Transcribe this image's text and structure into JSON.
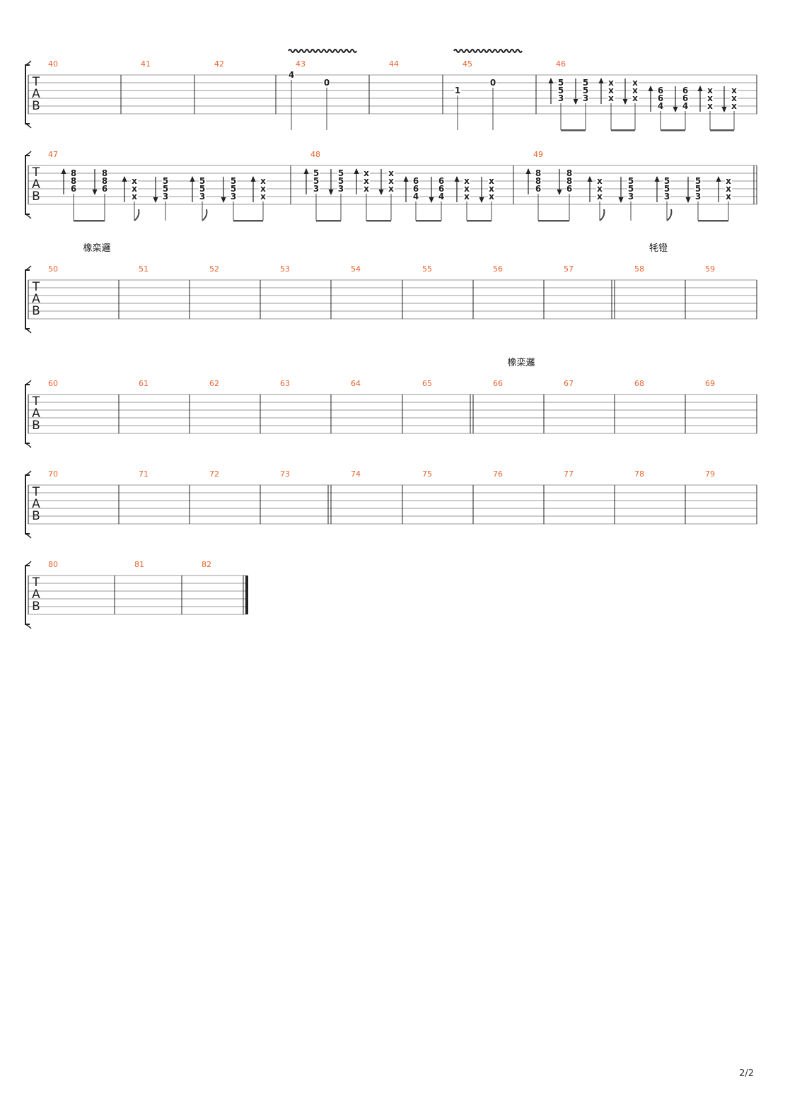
{
  "page": {
    "number": "2/2"
  },
  "tab_clef": [
    "T",
    "A",
    "B"
  ],
  "systems": [
    {
      "id": "sys1",
      "measures": [
        {
          "number": "40",
          "events": []
        },
        {
          "number": "41",
          "events": []
        },
        {
          "number": "42",
          "events": []
        },
        {
          "number": "43",
          "vibrato": true,
          "events": [
            {
              "notes": [
                {
                  "string": 1,
                  "fret": "4"
                }
              ]
            },
            {
              "notes": [
                {
                  "string": 2,
                  "fret": "0"
                }
              ]
            }
          ]
        },
        {
          "number": "44",
          "events": []
        },
        {
          "number": "45",
          "vibrato": true,
          "events": [
            {
              "notes": [
                {
                  "string": 3,
                  "fret": "1"
                }
              ]
            },
            {
              "notes": [
                {
                  "string": 2,
                  "fret": "0"
                }
              ]
            }
          ]
        },
        {
          "number": "46",
          "events": [
            {
              "stroke": "up",
              "notes": [
                {
                  "string": 2,
                  "fret": "5"
                },
                {
                  "string": 3,
                  "fret": "5"
                },
                {
                  "string": 4,
                  "fret": "3"
                }
              ]
            },
            {
              "stroke": "down",
              "notes": [
                {
                  "string": 2,
                  "fret": "5"
                },
                {
                  "string": 3,
                  "fret": "5"
                },
                {
                  "string": 4,
                  "fret": "3"
                }
              ]
            },
            {
              "stroke": "up",
              "notes": [
                {
                  "string": 2,
                  "fret": "x"
                },
                {
                  "string": 3,
                  "fret": "x"
                },
                {
                  "string": 4,
                  "fret": "x"
                }
              ]
            },
            {
              "stroke": "down",
              "notes": [
                {
                  "string": 2,
                  "fret": "x"
                },
                {
                  "string": 3,
                  "fret": "x"
                },
                {
                  "string": 4,
                  "fret": "x"
                }
              ]
            },
            {
              "stroke": "up",
              "notes": [
                {
                  "string": 3,
                  "fret": "6"
                },
                {
                  "string": 4,
                  "fret": "6"
                },
                {
                  "string": 5,
                  "fret": "4"
                }
              ]
            },
            {
              "stroke": "down",
              "notes": [
                {
                  "string": 3,
                  "fret": "6"
                },
                {
                  "string": 4,
                  "fret": "6"
                },
                {
                  "string": 5,
                  "fret": "4"
                }
              ]
            },
            {
              "stroke": "up",
              "notes": [
                {
                  "string": 3,
                  "fret": "x"
                },
                {
                  "string": 4,
                  "fret": "x"
                },
                {
                  "string": 5,
                  "fret": "x"
                }
              ]
            },
            {
              "stroke": "down",
              "notes": [
                {
                  "string": 3,
                  "fret": "x"
                },
                {
                  "string": 4,
                  "fret": "x"
                },
                {
                  "string": 5,
                  "fret": "x"
                }
              ]
            }
          ]
        }
      ]
    },
    {
      "id": "sys2",
      "measures": [
        {
          "number": "47",
          "events": [
            {
              "stroke": "up",
              "notes": [
                {
                  "string": 2,
                  "fret": "8"
                },
                {
                  "string": 3,
                  "fret": "8"
                },
                {
                  "string": 4,
                  "fret": "6"
                }
              ]
            },
            {
              "stroke": "down",
              "notes": [
                {
                  "string": 2,
                  "fret": "8"
                },
                {
                  "string": 3,
                  "fret": "8"
                },
                {
                  "string": 4,
                  "fret": "6"
                }
              ]
            },
            {
              "stroke": "up",
              "notes": [
                {
                  "string": 3,
                  "fret": "x"
                },
                {
                  "string": 4,
                  "fret": "x"
                },
                {
                  "string": 5,
                  "fret": "x"
                }
              ]
            },
            {
              "stroke": "down",
              "notes": [
                {
                  "string": 3,
                  "fret": "5"
                },
                {
                  "string": 4,
                  "fret": "5"
                },
                {
                  "string": 5,
                  "fret": "3"
                }
              ]
            },
            {
              "stroke": "up",
              "notes": [
                {
                  "string": 3,
                  "fret": "5"
                },
                {
                  "string": 4,
                  "fret": "5"
                },
                {
                  "string": 5,
                  "fret": "3"
                }
              ]
            },
            {
              "stroke": "down",
              "notes": [
                {
                  "string": 3,
                  "fret": "5"
                },
                {
                  "string": 4,
                  "fret": "5"
                },
                {
                  "string": 5,
                  "fret": "3"
                }
              ]
            },
            {
              "stroke": "up",
              "notes": [
                {
                  "string": 3,
                  "fret": "x"
                },
                {
                  "string": 4,
                  "fret": "x"
                },
                {
                  "string": 5,
                  "fret": "x"
                }
              ]
            }
          ]
        },
        {
          "number": "48",
          "events": [
            {
              "stroke": "up",
              "notes": [
                {
                  "string": 2,
                  "fret": "5"
                },
                {
                  "string": 3,
                  "fret": "5"
                },
                {
                  "string": 4,
                  "fret": "3"
                }
              ]
            },
            {
              "stroke": "down",
              "notes": [
                {
                  "string": 2,
                  "fret": "5"
                },
                {
                  "string": 3,
                  "fret": "5"
                },
                {
                  "string": 4,
                  "fret": "3"
                }
              ]
            },
            {
              "stroke": "up",
              "notes": [
                {
                  "string": 2,
                  "fret": "x"
                },
                {
                  "string": 3,
                  "fret": "x"
                },
                {
                  "string": 4,
                  "fret": "x"
                }
              ]
            },
            {
              "stroke": "down",
              "notes": [
                {
                  "string": 2,
                  "fret": "x"
                },
                {
                  "string": 3,
                  "fret": "x"
                },
                {
                  "string": 4,
                  "fret": "x"
                }
              ]
            },
            {
              "stroke": "up",
              "notes": [
                {
                  "string": 3,
                  "fret": "6"
                },
                {
                  "string": 4,
                  "fret": "6"
                },
                {
                  "string": 5,
                  "fret": "4"
                }
              ]
            },
            {
              "stroke": "down",
              "notes": [
                {
                  "string": 3,
                  "fret": "6"
                },
                {
                  "string": 4,
                  "fret": "6"
                },
                {
                  "string": 5,
                  "fret": "4"
                }
              ]
            },
            {
              "stroke": "up",
              "notes": [
                {
                  "string": 3,
                  "fret": "x"
                },
                {
                  "string": 4,
                  "fret": "x"
                },
                {
                  "string": 5,
                  "fret": "x"
                }
              ]
            },
            {
              "stroke": "down",
              "notes": [
                {
                  "string": 3,
                  "fret": "x"
                },
                {
                  "string": 4,
                  "fret": "x"
                },
                {
                  "string": 5,
                  "fret": "x"
                }
              ]
            }
          ]
        },
        {
          "number": "49",
          "events": [
            {
              "stroke": "up",
              "notes": [
                {
                  "string": 2,
                  "fret": "8"
                },
                {
                  "string": 3,
                  "fret": "8"
                },
                {
                  "string": 4,
                  "fret": "6"
                }
              ]
            },
            {
              "stroke": "down",
              "notes": [
                {
                  "string": 2,
                  "fret": "8"
                },
                {
                  "string": 3,
                  "fret": "8"
                },
                {
                  "string": 4,
                  "fret": "6"
                }
              ]
            },
            {
              "stroke": "up",
              "notes": [
                {
                  "string": 3,
                  "fret": "x"
                },
                {
                  "string": 4,
                  "fret": "x"
                },
                {
                  "string": 5,
                  "fret": "x"
                }
              ]
            },
            {
              "stroke": "down",
              "notes": [
                {
                  "string": 3,
                  "fret": "5"
                },
                {
                  "string": 4,
                  "fret": "5"
                },
                {
                  "string": 5,
                  "fret": "3"
                }
              ]
            },
            {
              "stroke": "up",
              "notes": [
                {
                  "string": 3,
                  "fret": "5"
                },
                {
                  "string": 4,
                  "fret": "5"
                },
                {
                  "string": 5,
                  "fret": "3"
                }
              ]
            },
            {
              "stroke": "down",
              "notes": [
                {
                  "string": 3,
                  "fret": "5"
                },
                {
                  "string": 4,
                  "fret": "5"
                },
                {
                  "string": 5,
                  "fret": "3"
                }
              ]
            },
            {
              "stroke": "up",
              "notes": [
                {
                  "string": 3,
                  "fret": "x"
                },
                {
                  "string": 4,
                  "fret": "x"
                },
                {
                  "string": 5,
                  "fret": "x"
                }
              ]
            }
          ]
        }
      ]
    },
    {
      "id": "sys3",
      "measures": [
        {
          "number": "50",
          "section": "橡栾邏"
        },
        {
          "number": "51"
        },
        {
          "number": "52"
        },
        {
          "number": "53"
        },
        {
          "number": "54"
        },
        {
          "number": "55"
        },
        {
          "number": "56"
        },
        {
          "number": "57"
        },
        {
          "number": "58",
          "section": "牦镫"
        },
        {
          "number": "59"
        }
      ]
    },
    {
      "id": "sys4",
      "measures": [
        {
          "number": "60"
        },
        {
          "number": "61"
        },
        {
          "number": "62"
        },
        {
          "number": "63"
        },
        {
          "number": "64"
        },
        {
          "number": "65"
        },
        {
          "number": "66",
          "section": "橡栾邏"
        },
        {
          "number": "67"
        },
        {
          "number": "68"
        },
        {
          "number": "69"
        }
      ]
    },
    {
      "id": "sys5",
      "measures": [
        {
          "number": "70"
        },
        {
          "number": "71"
        },
        {
          "number": "72"
        },
        {
          "number": "73"
        },
        {
          "number": "74"
        },
        {
          "number": "75"
        },
        {
          "number": "76"
        },
        {
          "number": "77"
        },
        {
          "number": "78"
        },
        {
          "number": "79"
        }
      ]
    },
    {
      "id": "sys6",
      "measures": [
        {
          "number": "80"
        },
        {
          "number": "81"
        },
        {
          "number": "82"
        }
      ]
    }
  ],
  "colors": {
    "measure_number": "#e8622c",
    "ink": "#222222",
    "staff_line": "#999999"
  }
}
